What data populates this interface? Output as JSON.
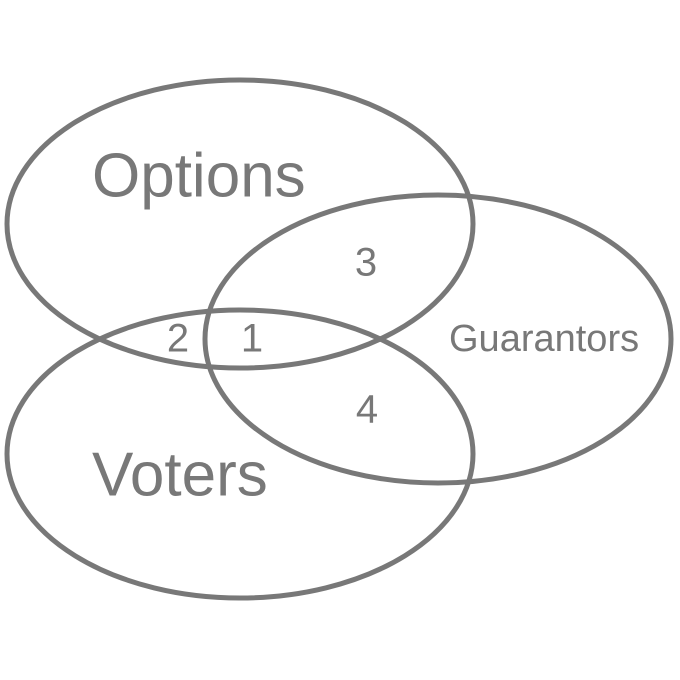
{
  "colors": {
    "stroke": "#787878",
    "text": "#787878",
    "background": "#ffffff"
  },
  "sets": {
    "options": "Options",
    "guarantors": "Guarantors",
    "voters": "Voters"
  },
  "regions": {
    "options_voters": "2",
    "all_three": "1",
    "options_guarantors": "3",
    "guarantors_voters": "4"
  }
}
